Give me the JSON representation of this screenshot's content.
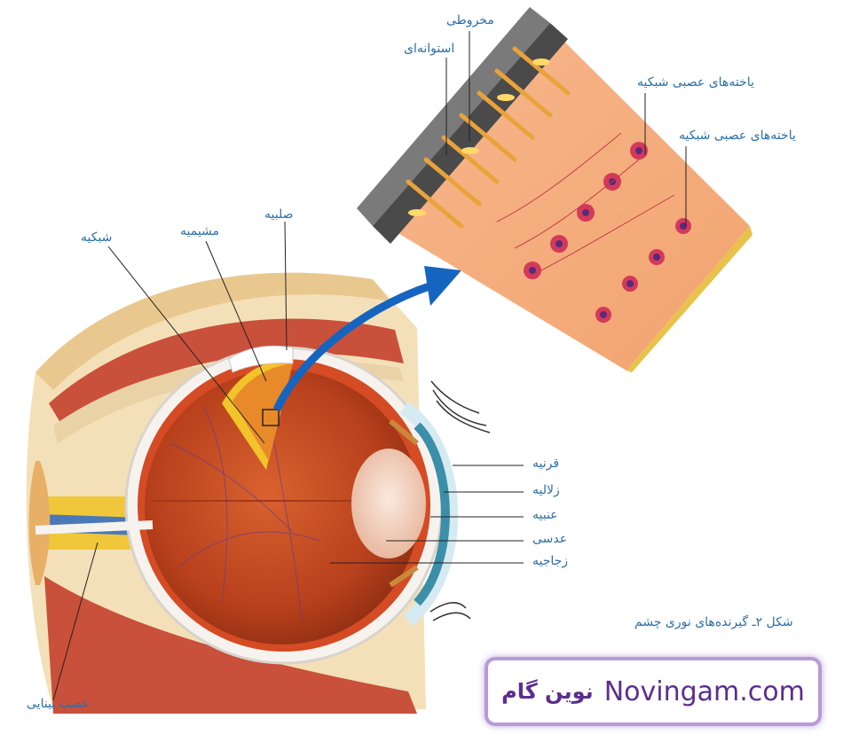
{
  "labels": {
    "cone": "مخروطی",
    "rod": "استوانه‌ای",
    "ganglion1": "یاخته‌های عصبی شبکیه",
    "ganglion2": "یاخته‌های عصبی شبکیه",
    "sclera": "صلبیه",
    "choroid": "مشیمیه",
    "retina": "شبکیه",
    "cornea": "قرنیه",
    "aqueous": "زلالیه",
    "iris": "عنبیه",
    "lens": "عدسی",
    "vitreous": "زجاجیه",
    "optic_nerve": "عصب بینایی"
  },
  "caption": "شکل ۲ـ گیرنده‌های نوری چشم",
  "watermark": {
    "persian": "نوین گام",
    "latin": "Novingam.com"
  },
  "colors": {
    "label_text": "#2a6fa8",
    "arrow": "#1565c0",
    "eyeball": "#c0451f",
    "brand": "#5b2d8e"
  }
}
